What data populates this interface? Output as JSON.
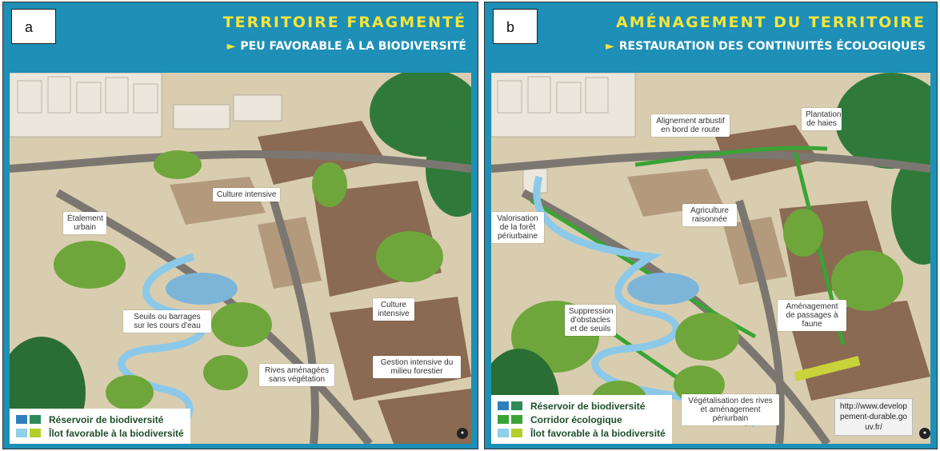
{
  "panel_a": {
    "letter": "a",
    "title": "TERRITOIRE FRAGMENTÉ",
    "subtitle": "PEU FAVORABLE À LA BIODIVERSITÉ",
    "callouts": {
      "culture_intensive_1": "Culture intensive",
      "etalement_urbain": "Étalement urbain",
      "seuils": "Seuils ou barrages sur les cours d'eau",
      "culture_intensive_2": "Culture intensive",
      "rives": "Rives aménagées sans végétation",
      "gestion": "Gestion intensive du milieu forestier"
    },
    "legend": {
      "reservoir": "Réservoir de biodiversité",
      "ilot": "Îlot favorable à la biodiversité"
    }
  },
  "panel_b": {
    "letter": "b",
    "title": "AMÉNAGEMENT DU TERRITOIRE",
    "subtitle": "RESTAURATION DES CONTINUITÉS ÉCOLOGIQUES",
    "callouts": {
      "alignement": "Alignement arbustif en bord de route",
      "plantation": "Plantation de haies",
      "valorisation": "Valorisation de la forêt périurbaine",
      "agriculture": "Agriculture raisonnée",
      "suppression": "Suppression d'obstacles et de seuils",
      "passages": "Aménagement de passages à faune",
      "vegetalisation": "Végétalisation des rives et aménagement périurbain"
    },
    "legend": {
      "reservoir": "Réservoir de biodiversité",
      "corridor": "Corridor écologique",
      "ilot": "Îlot favorable à la biodiversité"
    },
    "url": "http://www.developpement-durable.gouv.fr/"
  },
  "colors": {
    "frame_blue": "#1e8fb6",
    "title_yellow": "#f4e53a",
    "reservoir_blue": "#2f7fbf",
    "reservoir_green": "#2e8b57",
    "ilot_lightblue": "#8fcfe8",
    "ilot_lime": "#b5cf2a",
    "corridor_green": "#3aa335",
    "legend_text": "#1e4f2a"
  }
}
